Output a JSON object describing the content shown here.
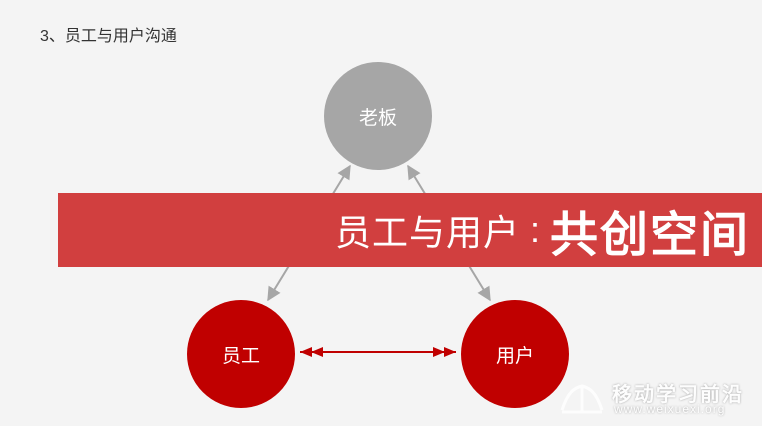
{
  "slide": {
    "title": "3、员工与用户沟通"
  },
  "nodes": {
    "boss": {
      "label": "老板",
      "color": "#a6a6a6"
    },
    "employee": {
      "label": "员工",
      "color": "#c00000"
    },
    "user": {
      "label": "用户",
      "color": "#c00000"
    }
  },
  "banner": {
    "prefix": "员工与用户",
    "colon": ":",
    "emphasis": "共创空间",
    "color": "#d13f3f"
  },
  "connectors": {
    "boss_link_color": "#a6a6a6",
    "peer_link_color": "#c00000"
  },
  "watermark": {
    "name": "移动学习前沿",
    "url": "www.weixuexi.org"
  }
}
